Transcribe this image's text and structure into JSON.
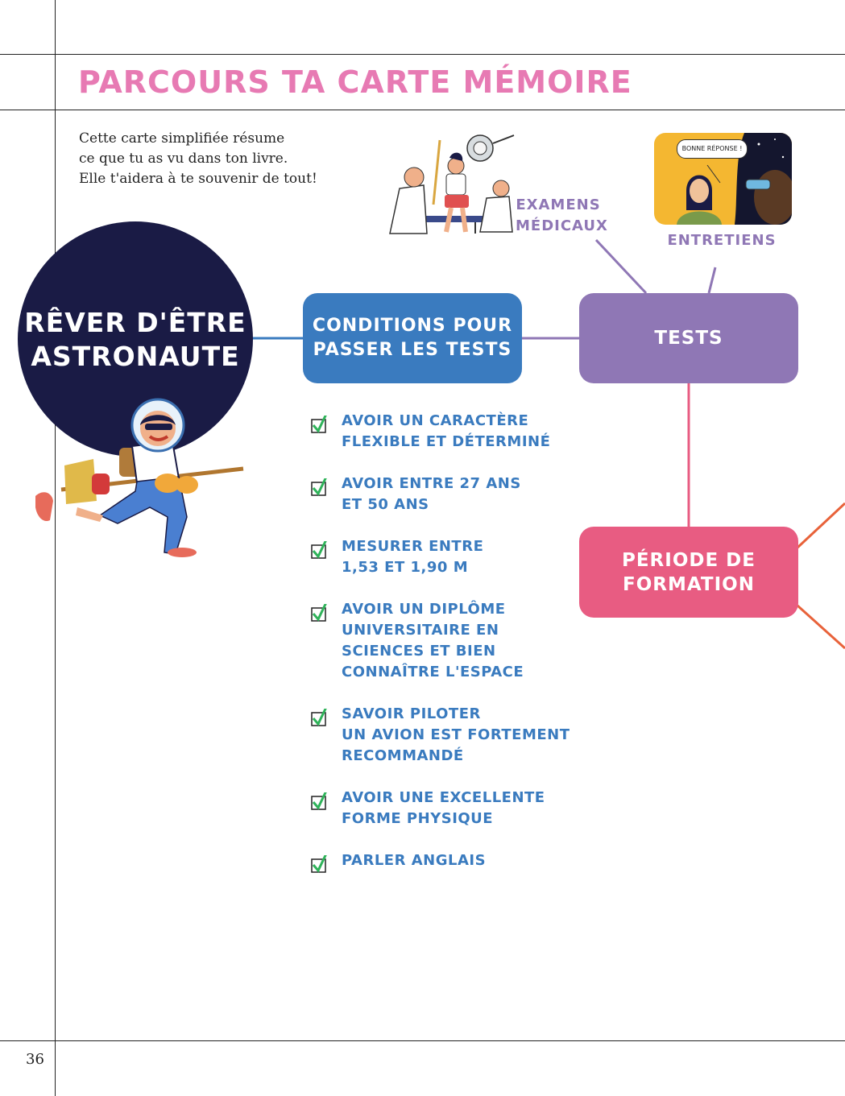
{
  "page": {
    "title": "PARCOURS TA CARTE MÉMOIRE",
    "intro_lines": [
      "Cette carte simplifiée résume",
      "ce que tu as vu dans ton livre.",
      "Elle t'aidera à te souvenir de tout!"
    ],
    "page_number": "36"
  },
  "map": {
    "start": "RÊVER D'ÊTRE\nASTRONAUTE",
    "conditions": "CONDITIONS POUR\nPASSER LES TESTS",
    "tests": "TESTS",
    "formation": "PÉRIODE DE\nFORMATION",
    "examens": "EXAMENS\nMÉDICAUX",
    "entretiens": "ENTRETIENS",
    "bubble": "BONNE RÉPONSE !"
  },
  "conditions_list": [
    "AVOIR UN CARACTÈRE\nFLEXIBLE ET DÉTERMINÉ",
    "AVOIR ENTRE 27 ANS\nET 50 ANS",
    "MESURER ENTRE\n1,53 ET 1,90 M",
    "AVOIR UN DIPLÔME\nUNIVERSITAIRE EN\nSCIENCES ET BIEN\nCONNAÎTRE L'ESPACE",
    "SAVOIR PILOTER\nUN AVION EST FORTEMENT\nRECOMMANDÉ",
    "AVOIR UNE EXCELLENTE\nFORME PHYSIQUE",
    "PARLER ANGLAIS"
  ],
  "colors": {
    "title": "#e77ab3",
    "navy": "#1a1b45",
    "blue": "#3a7bbf",
    "purple": "#8f77b5",
    "pink": "#e85c82",
    "orange": "#e8623a",
    "check": "#2fb35a"
  }
}
